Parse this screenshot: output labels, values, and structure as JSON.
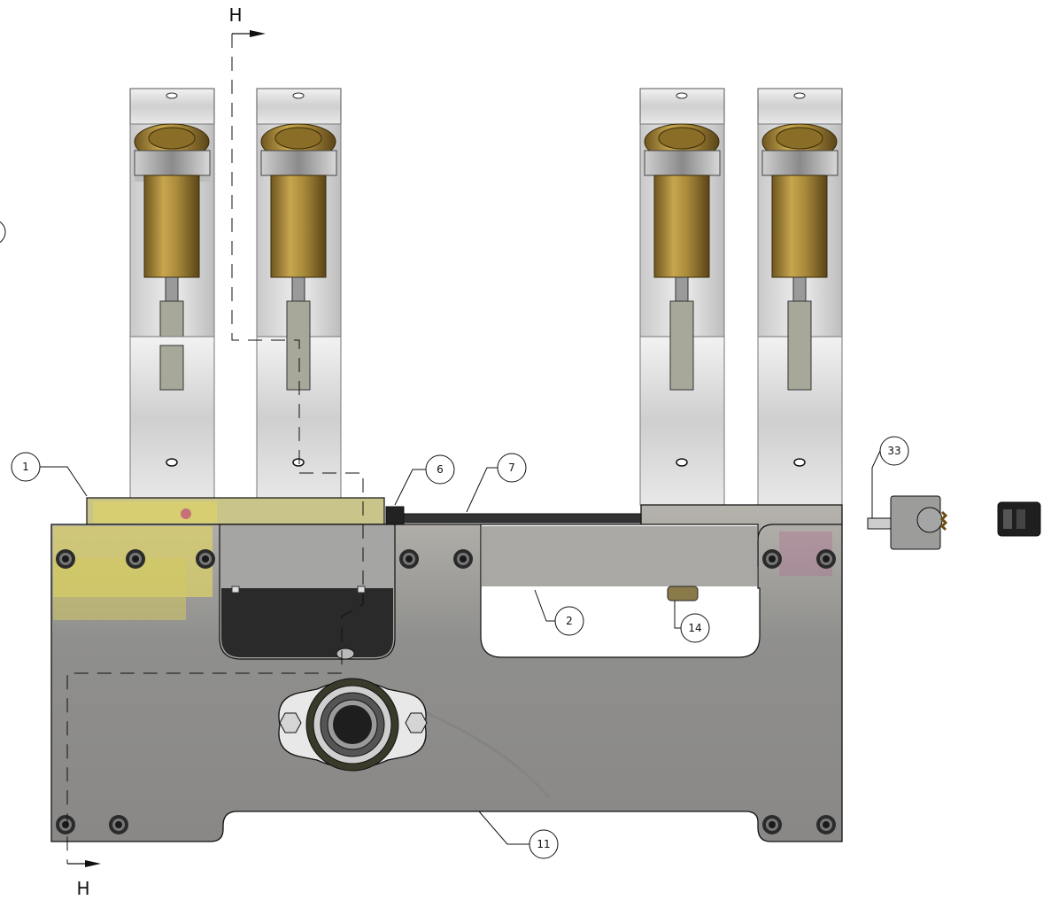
{
  "section": {
    "label_top": "H",
    "label_bottom": "H"
  },
  "balloons": [
    {
      "id": "1",
      "text": "1"
    },
    {
      "id": "2",
      "text": "2"
    },
    {
      "id": "6",
      "text": "6"
    },
    {
      "id": "7",
      "text": "7"
    },
    {
      "id": "11",
      "text": "11"
    },
    {
      "id": "14",
      "text": "14"
    },
    {
      "id": "33",
      "text": "33"
    }
  ],
  "colors": {
    "brass": "#a98a3a",
    "aluminum": "#d8d8d8",
    "plate": "#9a9a9a",
    "dark": "#2a2a2a",
    "yellow_car": "#d9cf6a"
  }
}
